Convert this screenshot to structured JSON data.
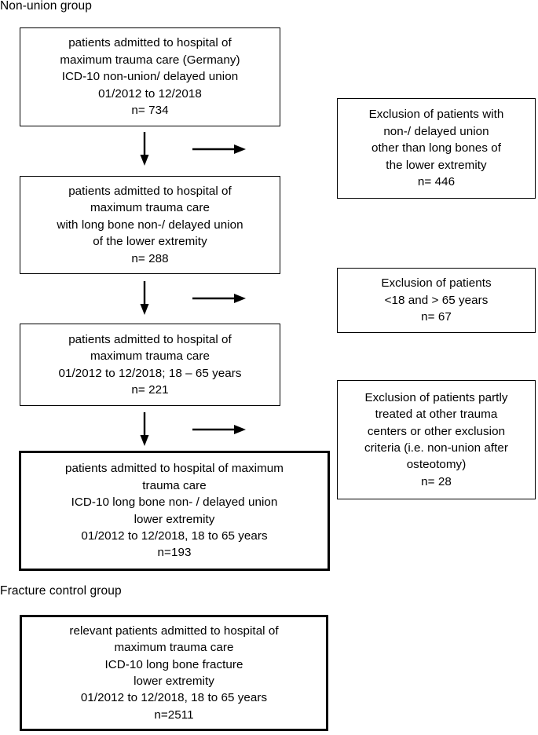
{
  "diagram": {
    "title_nonunion": "Non-union group",
    "title_control": "Fracture control group",
    "boxes": {
      "nonunion_all": {
        "lines": [
          "patients admitted to hospital of",
          "maximum trauma care (Germany)",
          "ICD-10 non-union/ delayed union",
          "01/2012 to 12/2018",
          "n= 734"
        ],
        "n": "n= 734"
      },
      "nonunion_longbone": {
        "lines": [
          "patients admitted to hospital of",
          "maximum trauma care",
          "with long bone non-/ delayed union",
          "of the lower extremity",
          "n= 288"
        ],
        "n": "n= 288"
      },
      "nonunion_age": {
        "lines": [
          "patients admitted to hospital of",
          "maximum trauma care",
          "01/2012 to 12/2018; 18 – 65 years",
          "n= 221"
        ],
        "n": "n= 221"
      },
      "nonunion_final": {
        "lines": [
          "patients admitted to hospital of maximum",
          "trauma care",
          "ICD-10 long bone non- / delayed union",
          "lower extremity",
          "01/2012 to 12/2018, 18 to 65 years",
          "n=193"
        ],
        "n": "n=193"
      },
      "control_final": {
        "lines": [
          "relevant patients admitted to hospital of",
          "maximum trauma care",
          "ICD-10 long bone fracture",
          "lower extremity",
          "01/2012 to 12/2018, 18 to 65 years",
          "n=2511"
        ],
        "n": "n=2511"
      }
    },
    "exclusions": {
      "exclusion_1": {
        "lines": [
          "Exclusion of patients with",
          "non-/ delayed union",
          "other than long bones of",
          "the lower extremity",
          "n= 446"
        ],
        "n": "n= 446"
      },
      "exclusion_2": {
        "lines": [
          "Exclusion of patients",
          "<18 and > 65 years",
          "n= 67"
        ],
        "n": "n= 67"
      },
      "exclusion_3": {
        "lines": [
          "Exclusion of patients partly",
          "treated at other trauma",
          "centers or other exclusion",
          "criteria (i.e. non-union after",
          "osteotomy)",
          "n= 28"
        ],
        "n": "n= 28"
      }
    },
    "arrows": {
      "down_1": "down-arrow",
      "right_1": "right-arrow",
      "down_2": "down-arrow",
      "right_2": "right-arrow",
      "down_3": "down-arrow",
      "right_3": "right-arrow"
    },
    "colors": {
      "stroke": "#000000",
      "background": "#ffffff"
    }
  }
}
